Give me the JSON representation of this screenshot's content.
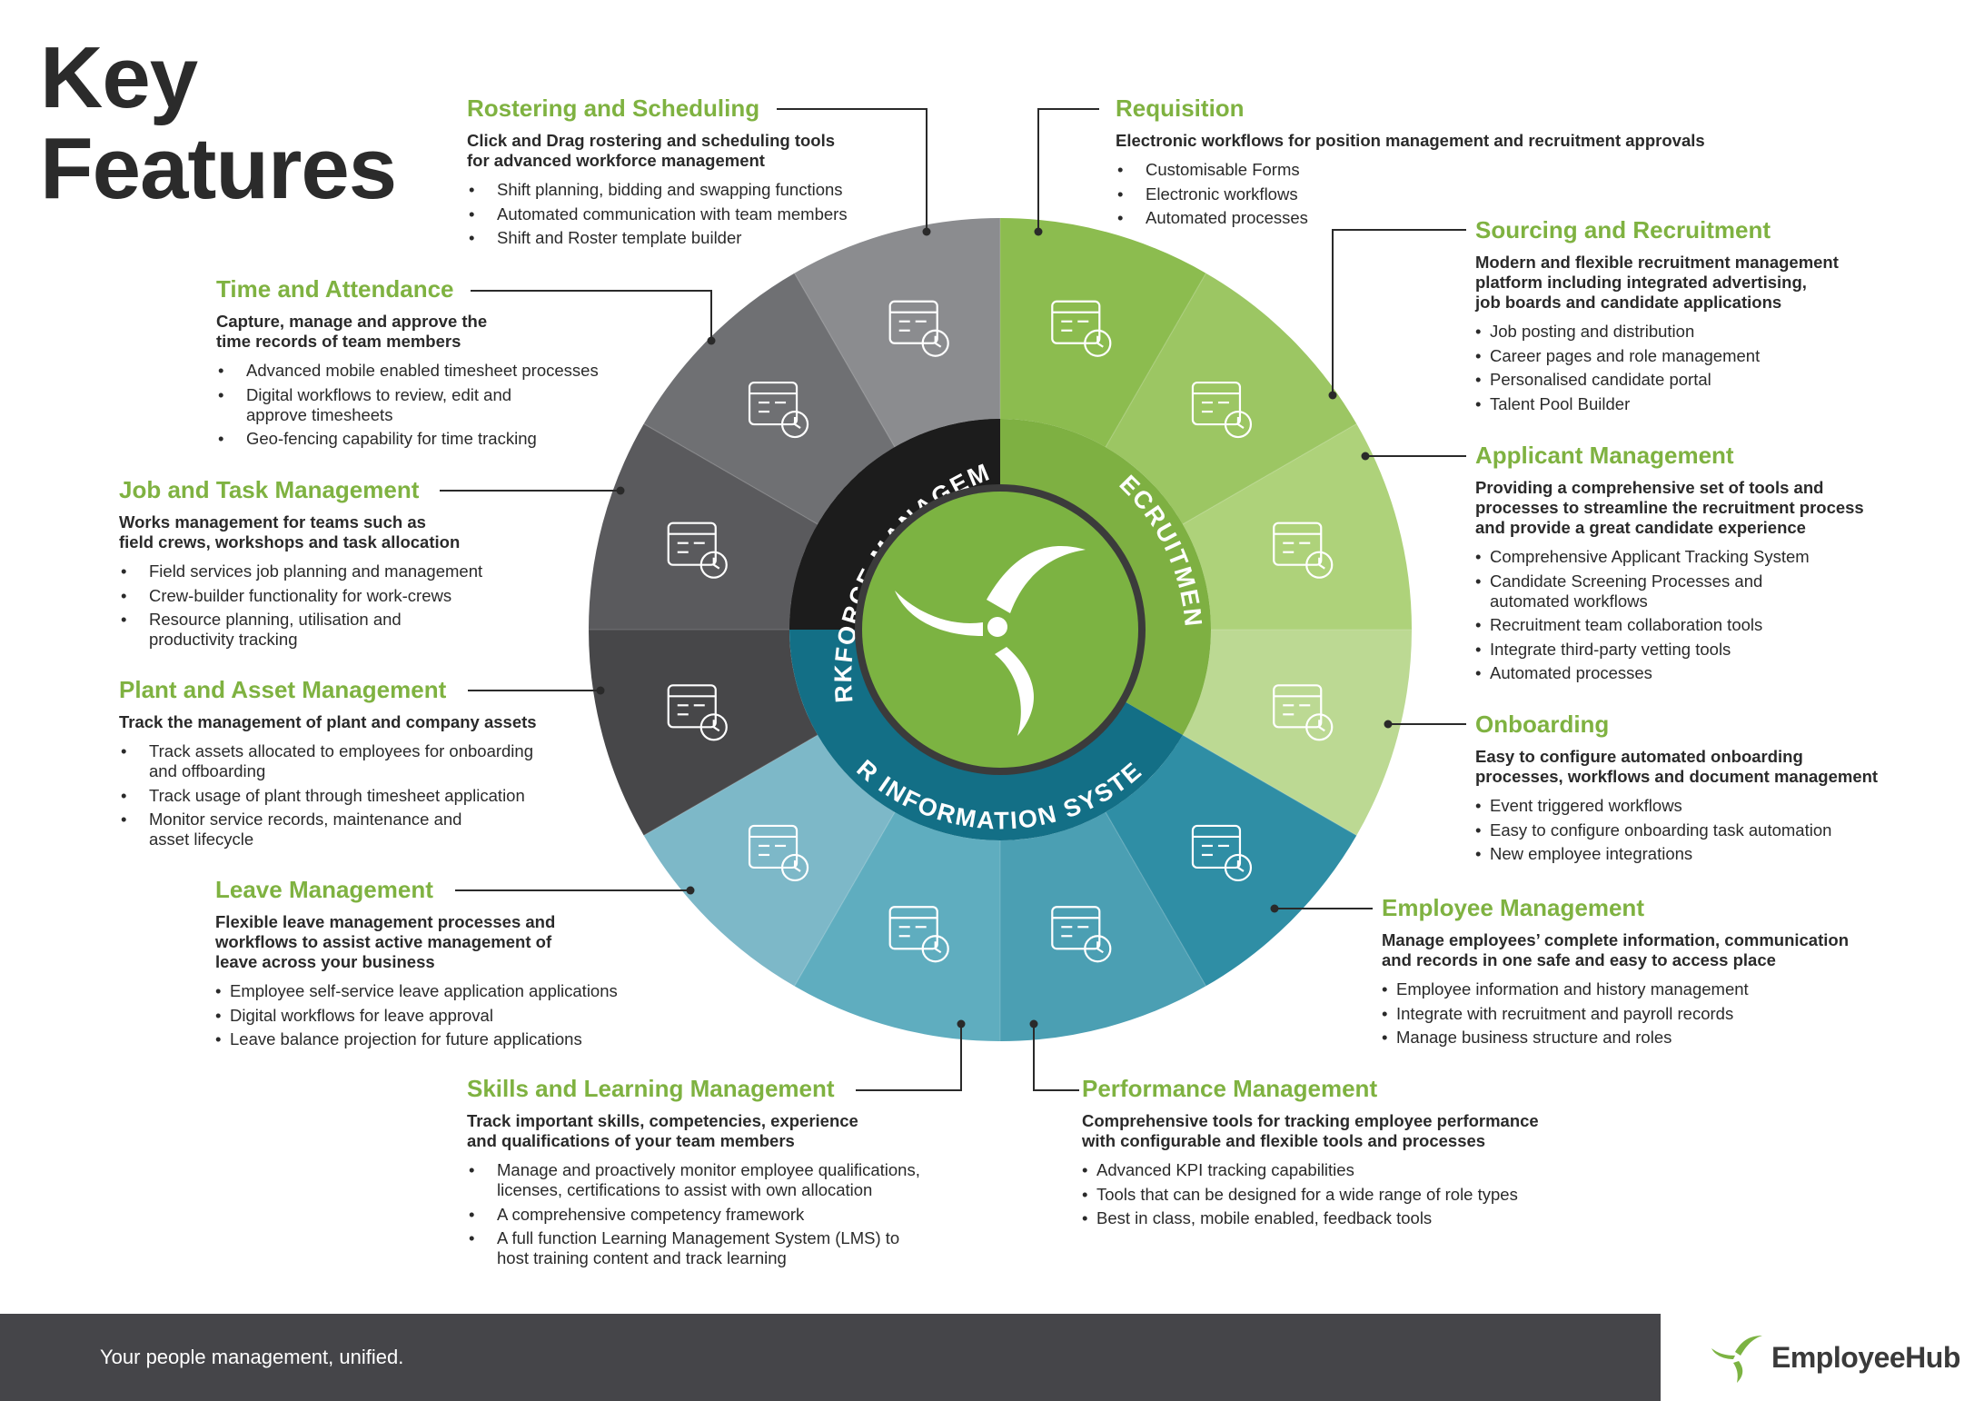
{
  "title": [
    "Key",
    "Features"
  ],
  "wheel": {
    "inner_labels": [
      "WORKFORCE MANAGEMENT",
      "RECRUITMENT",
      "HR INFORMATION SYSTEM"
    ],
    "colors": {
      "workforce_dark": "#1c1c1c",
      "recruitment_green": "#7eb042",
      "hris_blue": "#136f86",
      "center_green": "#7cb342"
    }
  },
  "features": [
    {
      "id": "rostering",
      "title": "Rostering and Scheduling",
      "sub": [
        "Click and Drag rostering and scheduling tools",
        "for advanced workforce management"
      ],
      "bullets": [
        "Shift planning, bidding and swapping functions",
        "Automated communication with team members",
        "Shift and Roster template builder"
      ]
    },
    {
      "id": "requisition",
      "title": "Requisition",
      "sub": [
        "Electronic workflows for position management and recruitment approvals"
      ],
      "bullets": [
        "Customisable Forms",
        "Electronic workflows",
        "Automated processes"
      ]
    },
    {
      "id": "time",
      "title": "Time and Attendance",
      "sub": [
        "Capture, manage and approve the",
        "time records of team members"
      ],
      "bullets": [
        "Advanced mobile enabled timesheet processes",
        "Digital workflows to review, edit and\napprove timesheets",
        "Geo-fencing capability for time tracking"
      ]
    },
    {
      "id": "sourcing",
      "title": "Sourcing and Recruitment",
      "sub": [
        "Modern and flexible recruitment management",
        "platform including integrated advertising,",
        "job boards and candidate applications"
      ],
      "bullets": [
        "Job posting and distribution",
        "Career pages and role management",
        "Personalised candidate portal",
        "Talent Pool Builder"
      ]
    },
    {
      "id": "job",
      "title": "Job and Task Management",
      "sub": [
        "Works management for teams such as",
        "field crews, workshops and task allocation"
      ],
      "bullets": [
        "Field services job planning and management",
        "Crew-builder functionality for work-crews",
        "Resource planning, utilisation and\nproductivity tracking"
      ]
    },
    {
      "id": "applicant",
      "title": "Applicant Management",
      "sub": [
        "Providing a comprehensive set of tools and",
        "processes to streamline the recruitment process",
        "and provide a great candidate experience"
      ],
      "bullets": [
        "Comprehensive Applicant Tracking System",
        "Candidate Screening Processes and\nautomated workflows",
        "Recruitment team collaboration tools",
        "Integrate third-party vetting tools",
        "Automated processes"
      ]
    },
    {
      "id": "plant",
      "title": "Plant and Asset Management",
      "sub": [
        "Track the management of plant and company assets"
      ],
      "bullets": [
        "Track assets allocated to employees for onboarding\nand offboarding",
        "Track usage of plant through timesheet application",
        "Monitor service records, maintenance and\nasset lifecycle"
      ]
    },
    {
      "id": "onboarding",
      "title": "Onboarding",
      "sub": [
        "Easy to configure automated onboarding",
        "processes, workflows and document management"
      ],
      "bullets": [
        "Event triggered workflows",
        "Easy to configure onboarding task automation",
        "New employee integrations"
      ]
    },
    {
      "id": "leave",
      "title": "Leave Management",
      "sub": [
        "Flexible leave management processes and",
        "workflows to assist active management of",
        "leave across your business"
      ],
      "bullets": [
        "Employee self-service leave application applications",
        "Digital workflows for leave approval",
        "Leave balance projection for future applications"
      ]
    },
    {
      "id": "employee",
      "title": "Employee Management",
      "sub": [
        "Manage employees’ complete information, communication",
        "and records in one safe and easy to access place"
      ],
      "bullets": [
        "Employee information and history management",
        "Integrate with recruitment and payroll records",
        "Manage business structure and roles"
      ]
    },
    {
      "id": "skills",
      "title": "Skills and Learning Management",
      "sub": [
        "Track important skills, competencies, experience",
        "and qualifications of your team members"
      ],
      "bullets": [
        "Manage and proactively monitor employee qualifications,\nlicenses, certifications to assist with own allocation",
        "A comprehensive competency framework",
        "A full function Learning Management System (LMS) to\nhost training content and track learning"
      ]
    },
    {
      "id": "performance",
      "title": "Performance Management",
      "sub": [
        "Comprehensive tools for tracking employee performance",
        "with configurable and flexible tools and processes"
      ],
      "bullets": [
        "Advanced KPI tracking capabilities",
        "Tools that can be designed for a wide range of role types",
        "Best in class, mobile enabled, feedback tools"
      ]
    }
  ],
  "footer": {
    "tagline": "Your people management, unified."
  },
  "logo": {
    "name": "EmployeeHub",
    "color": "#7cb342"
  }
}
